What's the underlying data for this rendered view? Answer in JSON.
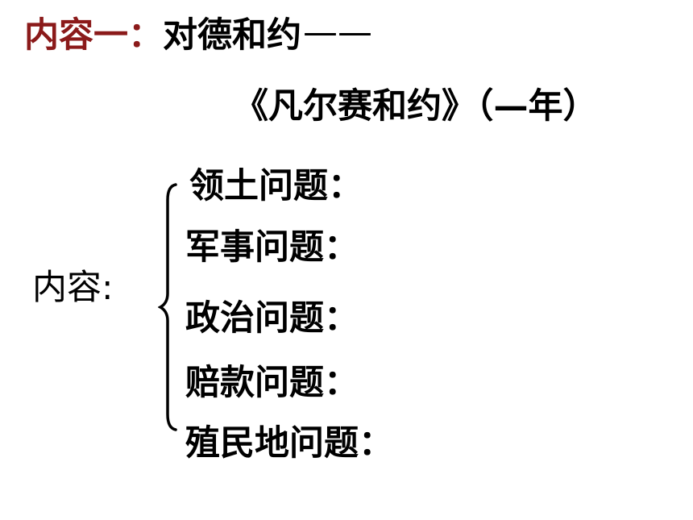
{
  "slide": {
    "title_label": "内容一：",
    "title_text": "对德和约",
    "title_dash": "——",
    "subtitle": "《凡尔赛和约》（—年）",
    "content_label": "内容:",
    "issues": [
      "领土问题：",
      "军事问题：",
      "政治问题：",
      "赔款问题：",
      "殖民地问题："
    ]
  },
  "colors": {
    "title_label": "#8b1a1a",
    "text": "#000000",
    "background": "#ffffff"
  }
}
